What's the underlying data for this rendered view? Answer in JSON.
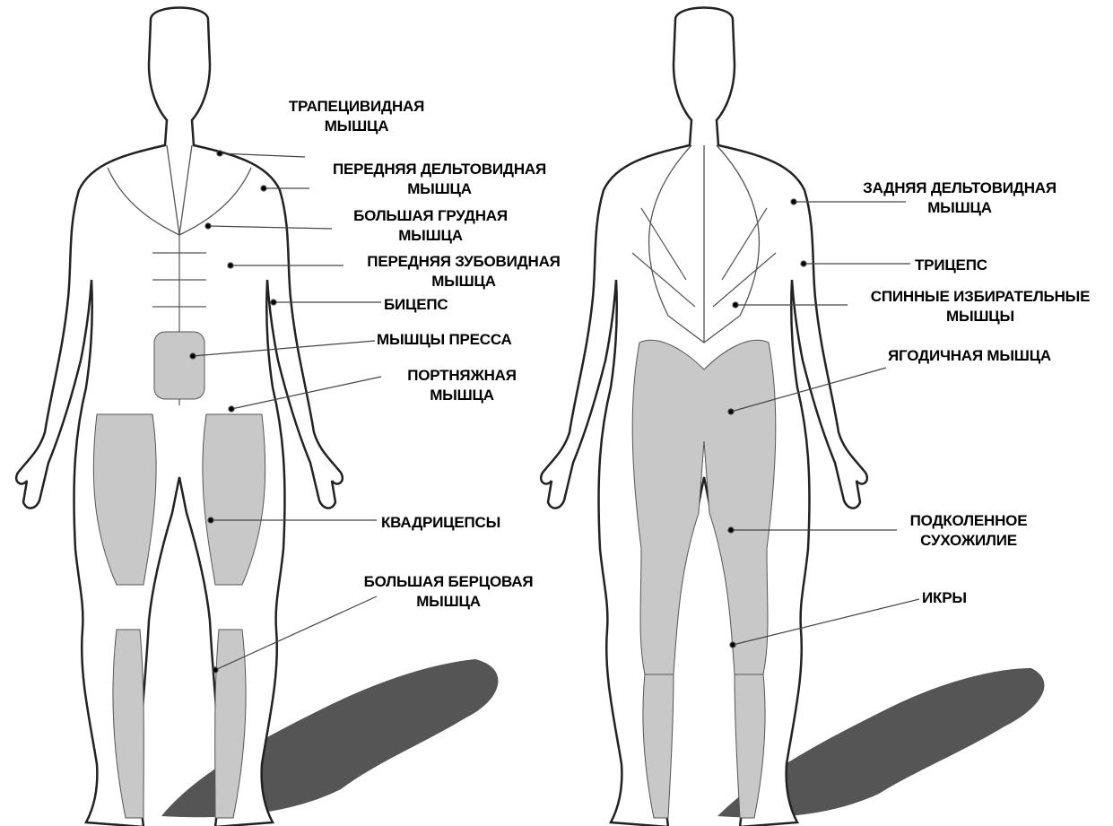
{
  "colors": {
    "background": "#ffffff",
    "skin_fill": "#ffffff",
    "outline": "#222222",
    "highlighted_muscle": "#c8c8c8",
    "shadow": "#555555",
    "leader_line": "#444444"
  },
  "front_view": {
    "labels": {
      "trapezius": [
        "ТРАПЕЦИВИДНАЯ",
        "МЫШЦА"
      ],
      "front_deltoid": [
        "ПЕРЕДНЯЯ ДЕЛЬТОВИДНАЯ",
        "МЫШЦА"
      ],
      "pectoralis_major": [
        "БОЛЬШАЯ ГРУДНАЯ",
        "МЫШЦА"
      ],
      "serratus_anterior": [
        "ПЕРЕДНЯЯ ЗУБОВИДНАЯ",
        "МЫШЦА"
      ],
      "biceps": [
        "БИЦЕПС"
      ],
      "abs": [
        "МЫШЦЫ ПРЕССА"
      ],
      "sartorius": [
        "ПОРТНЯЖНАЯ",
        "МЫШЦА"
      ],
      "quadriceps": [
        "КВАДРИЦЕПСЫ"
      ],
      "tibialis": [
        "БОЛЬШАЯ БЕРЦОВАЯ",
        "МЫШЦА"
      ]
    }
  },
  "back_view": {
    "labels": {
      "rear_deltoid": [
        "ЗАДНЯЯ ДЕЛЬТОВИДНАЯ",
        "МЫШЦА"
      ],
      "triceps": [
        "ТРИЦЕПС"
      ],
      "erector_spinae": [
        "СПИННЫЕ ИЗБИРАТЕЛЬНЫЕ",
        "МЫШЦЫ"
      ],
      "glutes": [
        "ЯГОДИЧНАЯ МЫШЦА"
      ],
      "hamstrings": [
        "ПОДКОЛЕННОЕ",
        "СУХОЖИЛИЕ"
      ],
      "calves": [
        "ИКРЫ"
      ]
    }
  }
}
